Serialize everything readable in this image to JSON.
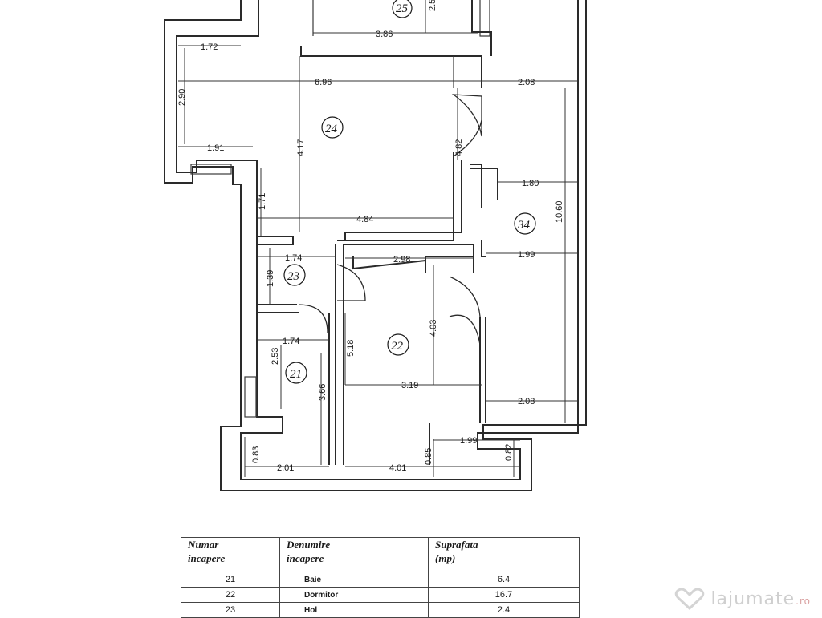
{
  "rooms": [
    {
      "id": "21",
      "label": "21"
    },
    {
      "id": "22",
      "label": "22"
    },
    {
      "id": "23",
      "label": "23"
    },
    {
      "id": "24",
      "label": "24"
    },
    {
      "id": "25",
      "label": "25"
    },
    {
      "id": "34",
      "label": "34"
    }
  ],
  "dimensions": {
    "d_1_72": "1.72",
    "d_3_86": "3.86",
    "d_2_90": "2.90",
    "d_6_96": "6.96",
    "d_2_08_top": "2.08",
    "d_4_17": "4.17",
    "d_1_91": "1.91",
    "d_4_82": "4.82",
    "d_1_80": "1.80",
    "d_10_60": "10.60",
    "d_1_71": "1.71",
    "d_4_84": "4.84",
    "d_1_74_top": "1.74",
    "d_2_98": "2.98",
    "d_1_99_right": "1.99",
    "d_1_39": "1.39",
    "d_1_74_bottom": "1.74",
    "d_4_03": "4.03",
    "d_5_18": "5.18",
    "d_2_53": "2.53",
    "d_3_66": "3.66",
    "d_3_19": "3.19",
    "d_2_08_bottom": "2.08",
    "d_1_99_bottom": "1.99",
    "d_0_83": "0.83",
    "d_0_85": "0.85",
    "d_0_82": "0.82",
    "d_2_01": "2.01",
    "d_4_01": "4.01",
    "d_2_5_partial": "2.5"
  },
  "table": {
    "headers": {
      "num_line1": "Numar",
      "num_line2": "incapere",
      "name_line1": "Denumire",
      "name_line2": "incapere",
      "area_line1": "Suprafata",
      "area_line2": "(mp)"
    },
    "rows": [
      {
        "num": "21",
        "name": "Baie",
        "area": "6.4"
      },
      {
        "num": "22",
        "name": "Dormitor",
        "area": "16.7"
      },
      {
        "num": "23",
        "name": "Hol",
        "area": "2.4"
      }
    ]
  },
  "watermark": {
    "brand": "lajumate",
    "tld": ".ro"
  }
}
